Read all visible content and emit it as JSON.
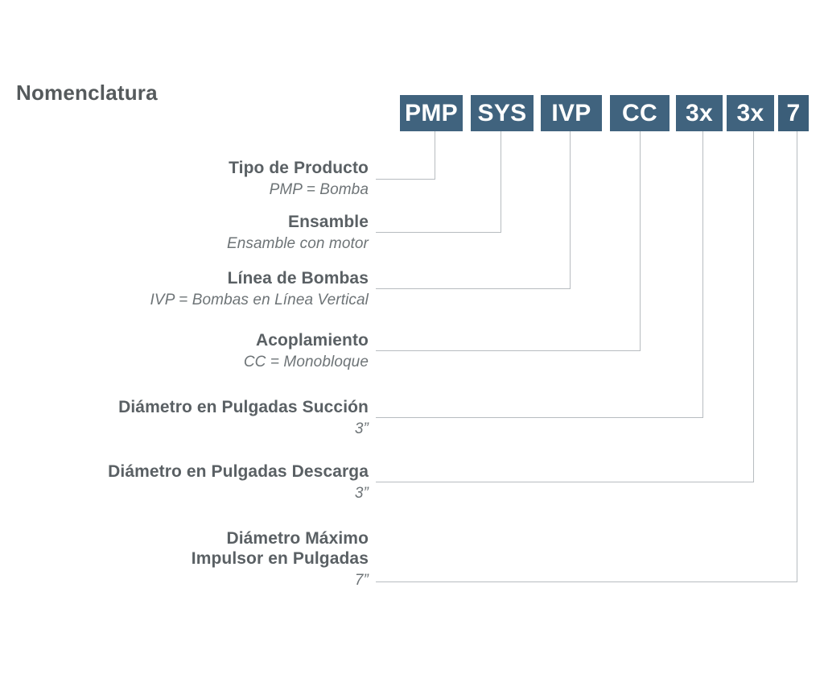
{
  "page": {
    "title": "Nomenclatura",
    "background_color": "#ffffff",
    "box_color": "#40637e",
    "box_text_color": "#ffffff",
    "label_color": "#5a6064",
    "sub_label_color": "#6e7477",
    "connector_color": "#b7bcc0"
  },
  "code_boxes": [
    {
      "text": "PMP"
    },
    {
      "text": "SYS"
    },
    {
      "text": "IVP"
    },
    {
      "text": "CC"
    },
    {
      "text": "3x"
    },
    {
      "text": "3x"
    },
    {
      "text": "7"
    }
  ],
  "rows": [
    {
      "title": "Tipo de Producto",
      "sub": "PMP = Bomba"
    },
    {
      "title": "Ensamble",
      "sub": "Ensamble con motor"
    },
    {
      "title": "Línea de Bombas",
      "sub": "IVP = Bombas en Línea Vertical"
    },
    {
      "title": "Acoplamiento",
      "sub": "CC = Monobloque"
    },
    {
      "title": "Diámetro en Pulgadas Succión",
      "sub": "3”"
    },
    {
      "title": "Diámetro en Pulgadas Descarga",
      "sub": "3”"
    },
    {
      "title": "Diámetro Máximo\nImpulsor en Pulgadas",
      "title_line1": "Diámetro Máximo",
      "title_line2": "Impulsor en Pulgadas",
      "sub": "7”"
    }
  ]
}
